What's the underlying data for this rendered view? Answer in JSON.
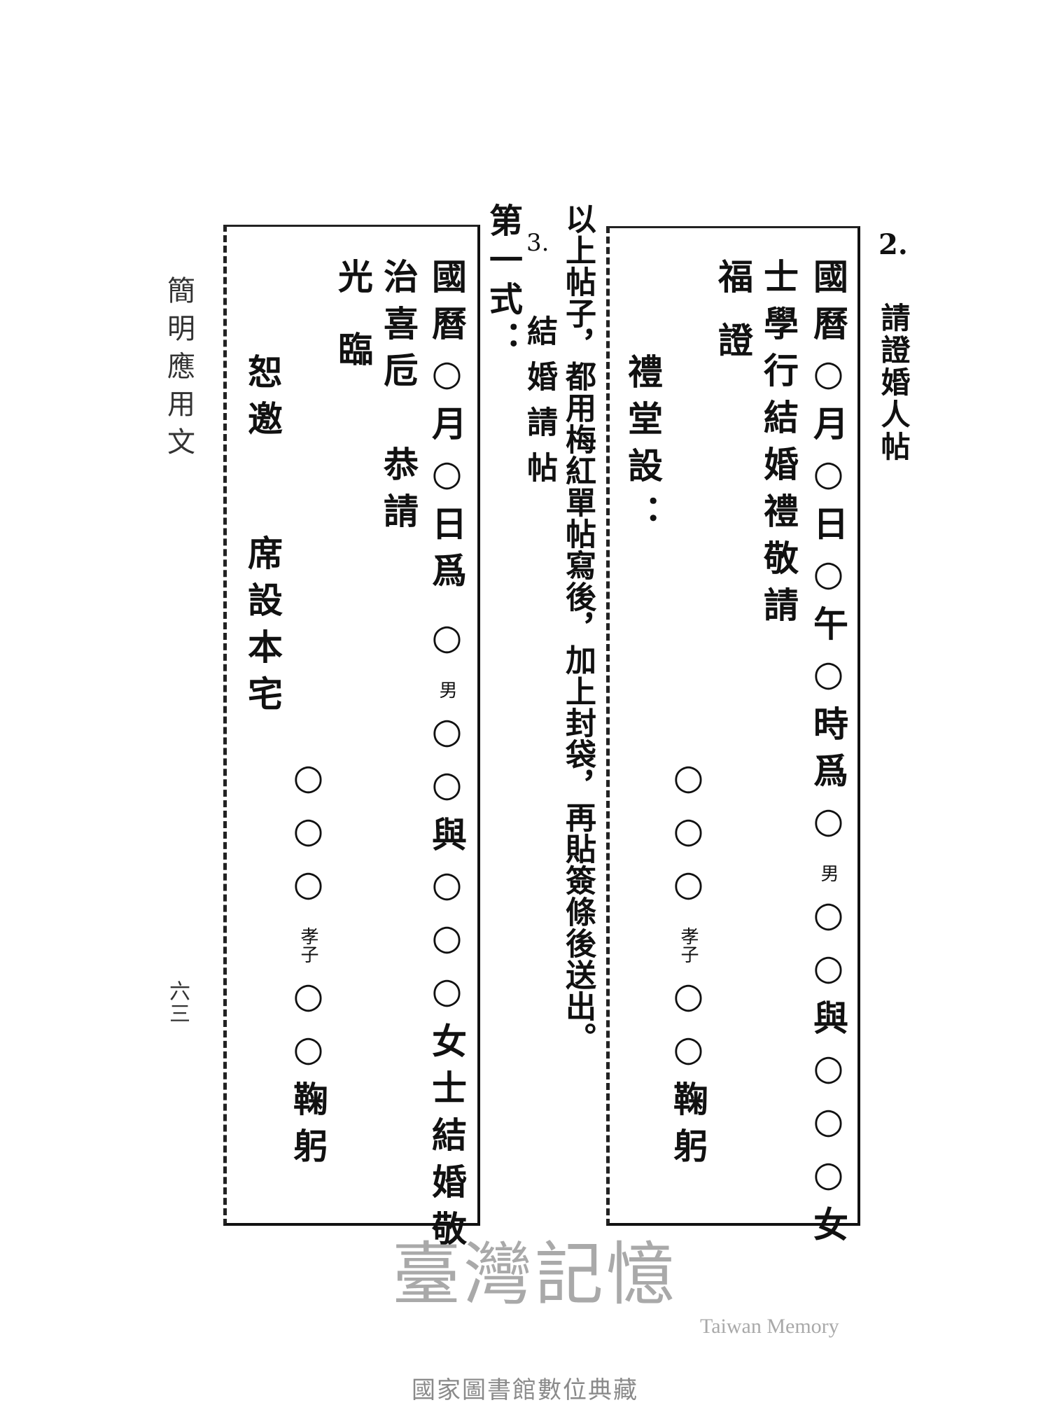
{
  "margin_title": "簡明應用文",
  "page_number": "六三",
  "section2": {
    "number": "2.",
    "title": "請證婚人帖",
    "card": {
      "line1_a": "國曆○月○日○午○時爲○",
      "line1_small": "男",
      "line1_b": "○○與○○○女",
      "line2": "士學行結婚禮敬請",
      "line3": "福證",
      "line4": "禮堂設：",
      "sign_a": "○○○",
      "sign_small": "孝子",
      "sign_b": "○○鞠躬"
    }
  },
  "note": "以上帖子，都用梅紅單帖寫後，加上封袋，再貼簽條後送出。",
  "section3": {
    "number": "3.",
    "title": "結婚請帖",
    "form_label": "第一式：",
    "card": {
      "line1_a": "國曆○月○日爲",
      "line1_b": "○",
      "line1_small": "男",
      "line1_c": "○○與○○○女士結婚敬",
      "line2": "治喜卮　恭請",
      "line3": "光臨",
      "line4_a": "恕邀",
      "line4_b": "席設本宅",
      "sign_a": "○○○",
      "sign_small": "孝子",
      "sign_b": "○○鞠躬"
    }
  },
  "watermark": {
    "cjk": "臺灣記憶",
    "latin": "Taiwan Memory"
  },
  "footer": "國家圖書館數位典藏"
}
